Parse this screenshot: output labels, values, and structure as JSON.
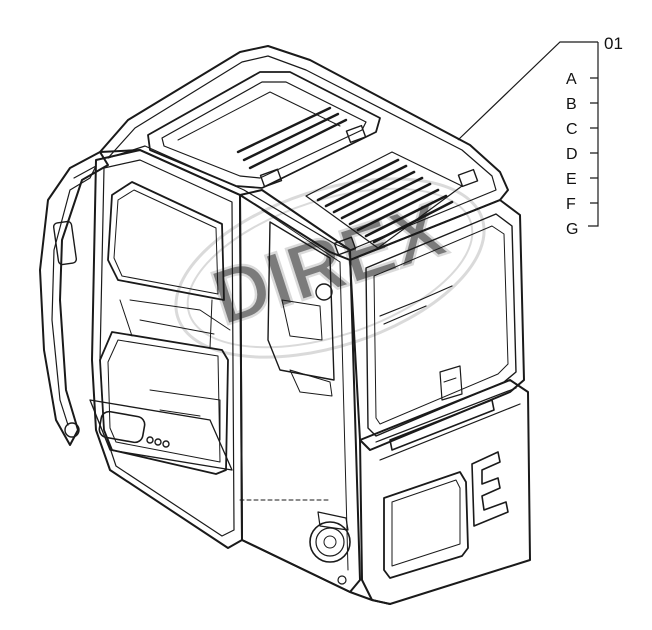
{
  "diagram": {
    "callout": "01",
    "sub_labels": [
      "A",
      "B",
      "C",
      "D",
      "E",
      "F",
      "G"
    ],
    "watermark": "DIREX",
    "colors": {
      "line": "#1a1a1a",
      "watermark": "#c8c8c8",
      "background": "#ffffff"
    }
  }
}
